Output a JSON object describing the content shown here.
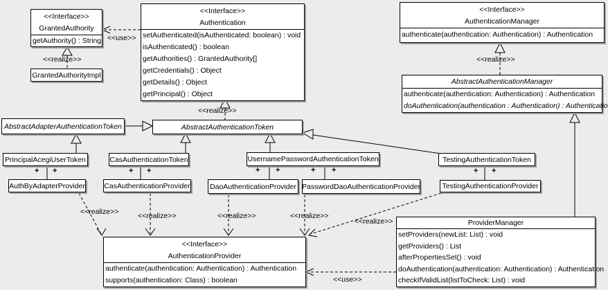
{
  "colors": {
    "background": "#ececec",
    "box_fill": "#ffffff",
    "line": "#000000",
    "shadow": "#9e9e9e"
  },
  "labels": {
    "use": "<<use>>",
    "realize": "<<realize>>"
  },
  "multiplicity_plus": "+",
  "classes": {
    "granted_authority": {
      "stereotype": "<<Interface>>",
      "name": "GrantedAuthority",
      "methods": [
        "getAuthority() : String"
      ]
    },
    "granted_authority_impl": {
      "name": "GrantedAuthorityImpl"
    },
    "authentication": {
      "stereotype": "<<Interface>>",
      "name": "Authentication",
      "methods": [
        "setAuthenticated(isAuthenticated: boolean) : void",
        "isAuthenticated() : boolean",
        "getAuthorities() : GrantedAuthority[]",
        "getCredentials() : Object",
        "getDetails() : Object",
        "getPrincipal() : Object"
      ]
    },
    "authentication_manager": {
      "stereotype": "<<Interface>>",
      "name": "AuthenticationManager",
      "methods": [
        "authenticate(authentication: Authentication) : Authentication"
      ]
    },
    "abstract_authentication_manager": {
      "name": "AbstractAuthenticationManager",
      "methods": [
        "authenticate(authentication: Authentication) : Authentication",
        "doAuthentication(authentication : Authentication) : Authentication"
      ]
    },
    "abstract_adapter_authentication_token": {
      "name": "AbstractAdapterAuthenticationToken"
    },
    "abstract_authentication_token": {
      "name": "AbstractAuthenticationToken"
    },
    "principal_acegi_user_token": {
      "name": "PrincipalAcegiUserToken"
    },
    "cas_authentication_token": {
      "name": "CasAuthenticationToken"
    },
    "username_password_authentication_token": {
      "name": "UsernamePasswordAuthenticationToken"
    },
    "testing_authentication_token": {
      "name": "TestingAuthenticationToken"
    },
    "auth_by_adapter_provider": {
      "name": "AuthByAdapterProvider"
    },
    "cas_authentication_provider": {
      "name": "CasAuthenticationProvider"
    },
    "dao_authentication_provider": {
      "name": "DaoAuthenticationProvider"
    },
    "password_dao_authentication_provider": {
      "name": "PasswordDaoAuthenticationProvider"
    },
    "testing_authentication_provider": {
      "name": "TestingAuthenticationProvider"
    },
    "authentication_provider": {
      "stereotype": "<<Interface>>",
      "name": "AuthenticationProvider",
      "methods": [
        "authenticate(authentication: Authentication) : Authentication",
        "supports(authentication: Class) : boolean"
      ]
    },
    "provider_manager": {
      "name": "ProviderManager",
      "methods": [
        "setProviders(newList: List) : void",
        "getProviders() : List",
        "afterPropertiesSet() : void",
        "doAuthentication(authentication: Authentication) : Authentication",
        "checkIfValidList(listToCheck: List) : void"
      ]
    }
  }
}
